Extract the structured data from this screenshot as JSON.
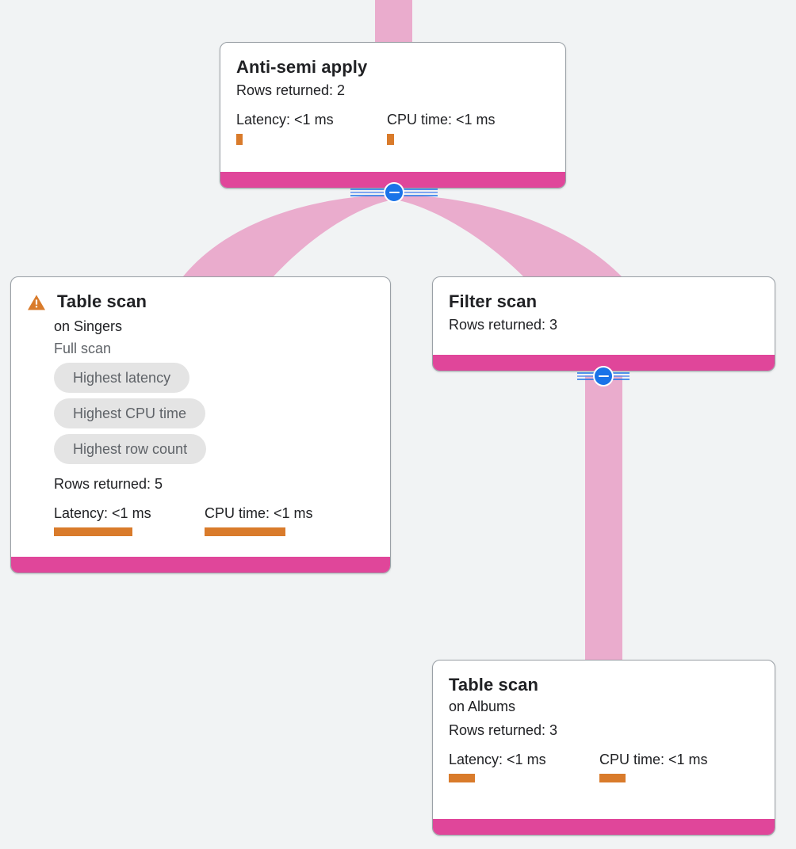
{
  "canvas": {
    "background_color": "#f1f3f4",
    "edge_color": "#eaaccd",
    "footer_color": "#e0469a",
    "bar_color": "#d97b2b",
    "chip_background": "#e4e4e4",
    "toggle_color": "#1a73e8"
  },
  "nodes": [
    {
      "id": "anti-semi-apply",
      "title": "Anti-semi apply",
      "rows_returned": "Rows returned: 2",
      "latency_label": "Latency: <1 ms",
      "cpu_label": "CPU time: <1 ms",
      "latency_bar_width": 8,
      "cpu_bar_width": 9,
      "warning": false
    },
    {
      "id": "table-scan-singers",
      "title": "Table scan",
      "subtitle": "on Singers",
      "scan_type": "Full scan",
      "chips": [
        "Highest latency",
        "Highest CPU time",
        "Highest row count"
      ],
      "rows_returned": "Rows returned: 5",
      "latency_label": "Latency: <1 ms",
      "cpu_label": "CPU time: <1 ms",
      "latency_bar_width": 99,
      "cpu_bar_width": 102,
      "warning": true,
      "warning_icon": "warning-triangle-icon"
    },
    {
      "id": "filter-scan",
      "title": "Filter scan",
      "rows_returned": "Rows returned: 3",
      "warning": false
    },
    {
      "id": "table-scan-albums",
      "title": "Table scan",
      "subtitle": "on Albums",
      "rows_returned": "Rows returned: 3",
      "latency_label": "Latency: <1 ms",
      "cpu_label": "CPU time: <1 ms",
      "latency_bar_width": 33,
      "cpu_bar_width": 33,
      "warning": false
    }
  ],
  "toggles": [
    {
      "id": "toggle-anti-semi-apply",
      "state": "expanded",
      "glyph": "minus"
    },
    {
      "id": "toggle-filter-scan",
      "state": "expanded",
      "glyph": "minus"
    }
  ]
}
